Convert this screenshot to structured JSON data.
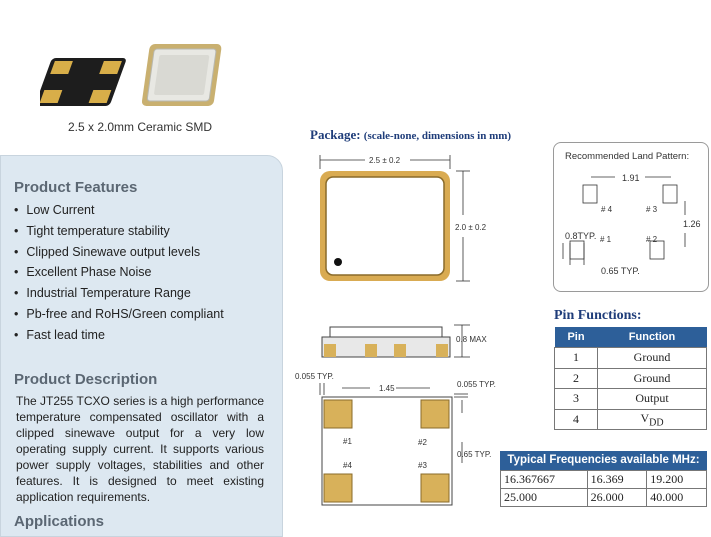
{
  "product": {
    "caption": "2.5 x 2.0mm Ceramic SMD"
  },
  "features": {
    "title": "Product Features",
    "items": [
      "Low Current",
      "Tight temperature stability",
      "Clipped Sinewave output levels",
      "Excellent Phase Noise",
      "Industrial Temperature Range",
      "Pb-free and RoHS/Green compliant",
      "Fast lead time"
    ]
  },
  "description": {
    "title": "Product Description",
    "text": "The JT255 TCXO series is a high performance temperature compensated oscillator with a clipped sinewave output for a very low operating supply current. It supports various power supply voltages, stabilities and other features. It is designed to meet existing application requirements.",
    "cut_heading": "Applications"
  },
  "package": {
    "title": "Package:",
    "subtitle": "(scale-none, dimensions in mm)",
    "dims": {
      "width": "2.5 ± 0.2",
      "height": "2.0 ± 0.2",
      "max_height": "0.8 MAX",
      "pad_typ_a": "0.055 TYP.",
      "pad_pitch": "1.45",
      "pad_typ_b": "0.055 TYP.",
      "pad_typ_c": "0.65 TYP."
    },
    "pad_labels": [
      "#1",
      "#2",
      "#4",
      "#3"
    ]
  },
  "land_pattern": {
    "title": "Recommended Land Pattern:",
    "span_x": "1.91",
    "span_y": "1.26",
    "pad_w": "0.8TYP.",
    "pad_h": "0.65 TYP.",
    "labels": [
      "# 4",
      "# 3",
      "# 1",
      "# 2"
    ]
  },
  "pins": {
    "title": "Pin Functions:",
    "header_pin": "Pin",
    "header_fn": "Function",
    "rows": [
      {
        "pin": "1",
        "fn": "Ground"
      },
      {
        "pin": "2",
        "fn": "Ground"
      },
      {
        "pin": "3",
        "fn": "Output"
      },
      {
        "pin": "4",
        "fn": "V",
        "sub": "DD"
      }
    ]
  },
  "frequencies": {
    "title": "Typical Frequencies available MHz:",
    "rows": [
      [
        "16.367667",
        "16.369",
        "19.200"
      ],
      [
        "25.000",
        "26.000",
        "40.000"
      ]
    ]
  },
  "colors": {
    "panel_bg": "#dde8f1",
    "header_blue": "#2d5f99",
    "title_navy": "#1f3d7a",
    "pad_gold": "#d8b15a"
  }
}
